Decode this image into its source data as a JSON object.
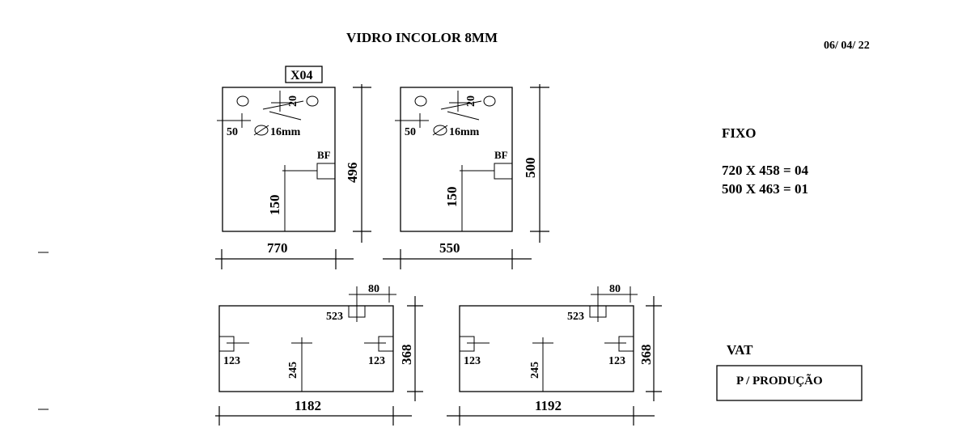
{
  "header": {
    "title": "VIDRO INCOLOR 8MM",
    "date": "06/ 04/ 22"
  },
  "top_pieces": {
    "tag": "X04",
    "hole_spacing": "20",
    "hole_edge_offset": "50",
    "hole_diameter": "16mm",
    "cutout_label": "BF",
    "cutout_height": "150",
    "left_piece": {
      "width": "770",
      "height": "496"
    },
    "right_piece": {
      "width": "550",
      "height": "500"
    }
  },
  "bottom_pieces": {
    "notch_width": "80",
    "notch_position": "523",
    "side_cutout": "123",
    "center_mark": "245",
    "left_piece": {
      "width": "1182",
      "height": "368"
    },
    "right_piece": {
      "width": "1192",
      "height": "368"
    }
  },
  "fixo": {
    "heading": "FIXO",
    "line1": "720 X 458 = 04",
    "line2": "500 X 463 = 01"
  },
  "vat": {
    "heading": "VAT",
    "stamp": "P / PRODUÇÃO"
  }
}
